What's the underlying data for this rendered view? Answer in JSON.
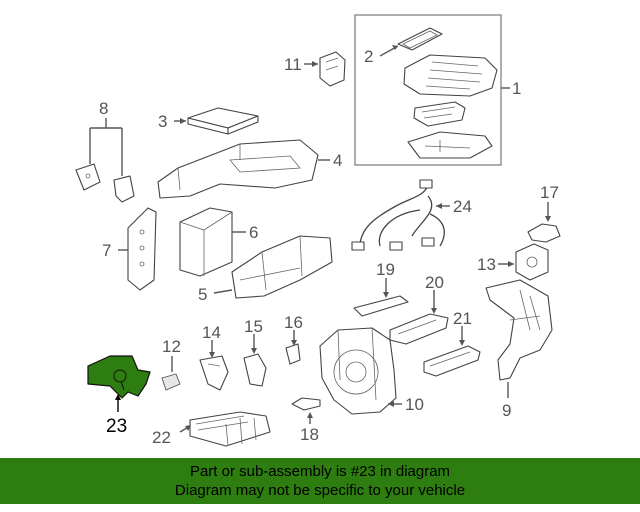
{
  "callouts": {
    "c1": "1",
    "c2": "2",
    "c3": "3",
    "c4": "4",
    "c5": "5",
    "c6": "6",
    "c7": "7",
    "c8": "8",
    "c9": "9",
    "c10": "10",
    "c11": "11",
    "c12": "12",
    "c13": "13",
    "c14": "14",
    "c15": "15",
    "c16": "16",
    "c17": "17",
    "c18": "18",
    "c19": "19",
    "c20": "20",
    "c21": "21",
    "c22": "22",
    "c23": "23",
    "c24": "24"
  },
  "highlighted_part": "23",
  "colors": {
    "highlight": "#2e7d10",
    "banner_bg": "#2e7d10"
  },
  "banner": {
    "line1": "Part or sub-assembly is #23 in diagram",
    "line2": "Diagram may not be specific to your vehicle"
  }
}
